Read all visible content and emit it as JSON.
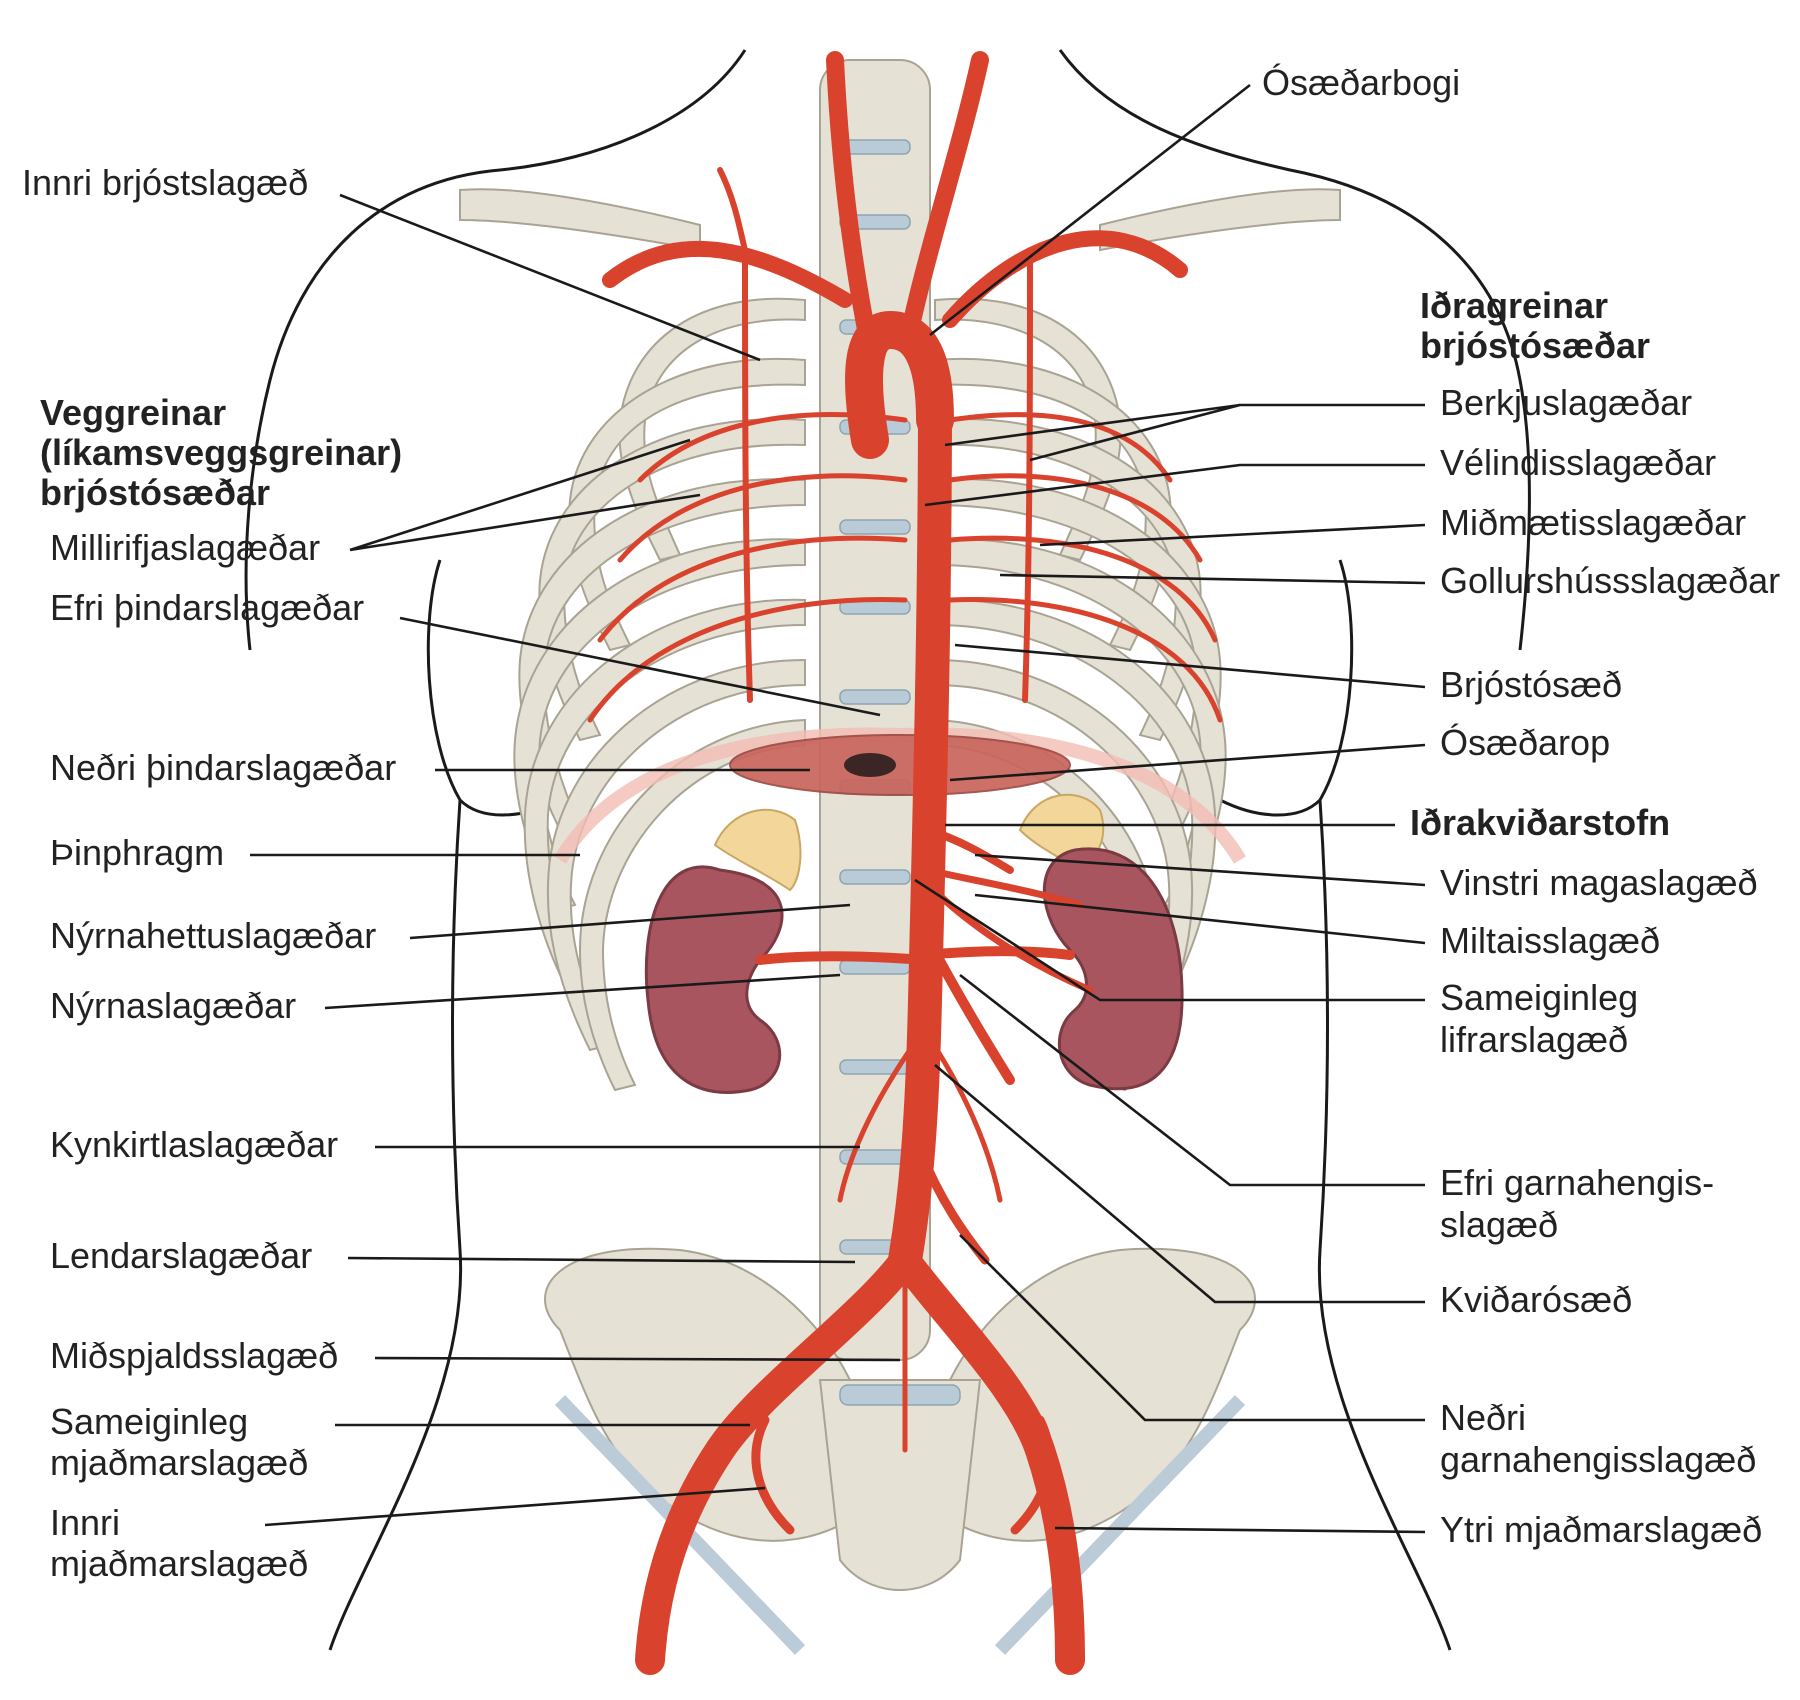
{
  "colors": {
    "artery": "#d9432d",
    "bone": "#e6e1d5",
    "kidney": "#a85560",
    "adrenal": "#f3d79a",
    "disc": "#b9cbd6",
    "outline": "#1a1a1a"
  },
  "headers": {
    "right_top": [
      "Iðragreinar",
      "brjóstósæðar"
    ],
    "left": [
      "Veggreinar",
      "(líkamsveggsgreinar)",
      "brjóstósæðar"
    ]
  },
  "labels_left": [
    {
      "lines": [
        "Innri brjóstslagæð"
      ]
    },
    {
      "lines": [
        "Millirifjaslagæðar"
      ]
    },
    {
      "lines": [
        "Efri þindarslagæðar"
      ]
    },
    {
      "lines": [
        "Neðri þindarslagæðar"
      ]
    },
    {
      "lines": [
        "Þinphragm"
      ]
    },
    {
      "lines": [
        "Nýrnahettuslagæðar"
      ]
    },
    {
      "lines": [
        "Nýrnaslagæðar"
      ]
    },
    {
      "lines": [
        "Kynkirtlaslagæðar"
      ]
    },
    {
      "lines": [
        "Lendarslagæðar"
      ]
    },
    {
      "lines": [
        "Miðspjaldsslagæð"
      ]
    },
    {
      "lines": [
        "Sameiginleg",
        "mjaðmarslagæð"
      ]
    },
    {
      "lines": [
        "Innri",
        "mjaðmarslagæð"
      ]
    }
  ],
  "labels_right": [
    {
      "lines": [
        "Ósæðarbogi"
      ]
    },
    {
      "lines": [
        "Berkjuslagæðar"
      ]
    },
    {
      "lines": [
        "Vélindisslagæðar"
      ]
    },
    {
      "lines": [
        "Miðmætisslagæðar"
      ]
    },
    {
      "lines": [
        "Gollurshússslagæðar"
      ]
    },
    {
      "lines": [
        "Brjóstósæð"
      ]
    },
    {
      "lines": [
        "Ósæðarop"
      ]
    },
    {
      "lines": [
        "Iðrakviðarstofn"
      ],
      "bold": true
    },
    {
      "lines": [
        "Vinstri magaslagæð"
      ]
    },
    {
      "lines": [
        "Miltaisslagæð"
      ]
    },
    {
      "lines": [
        "Sameiginleg",
        "lifrarslagæð"
      ]
    },
    {
      "lines": [
        "Efri garnahengis-",
        "slagæð"
      ]
    },
    {
      "lines": [
        "Kviðarósæð"
      ]
    },
    {
      "lines": [
        "Neðri",
        "garnahengisslagæð"
      ]
    },
    {
      "lines": [
        "Ytri mjaðmarslagæð"
      ]
    }
  ]
}
